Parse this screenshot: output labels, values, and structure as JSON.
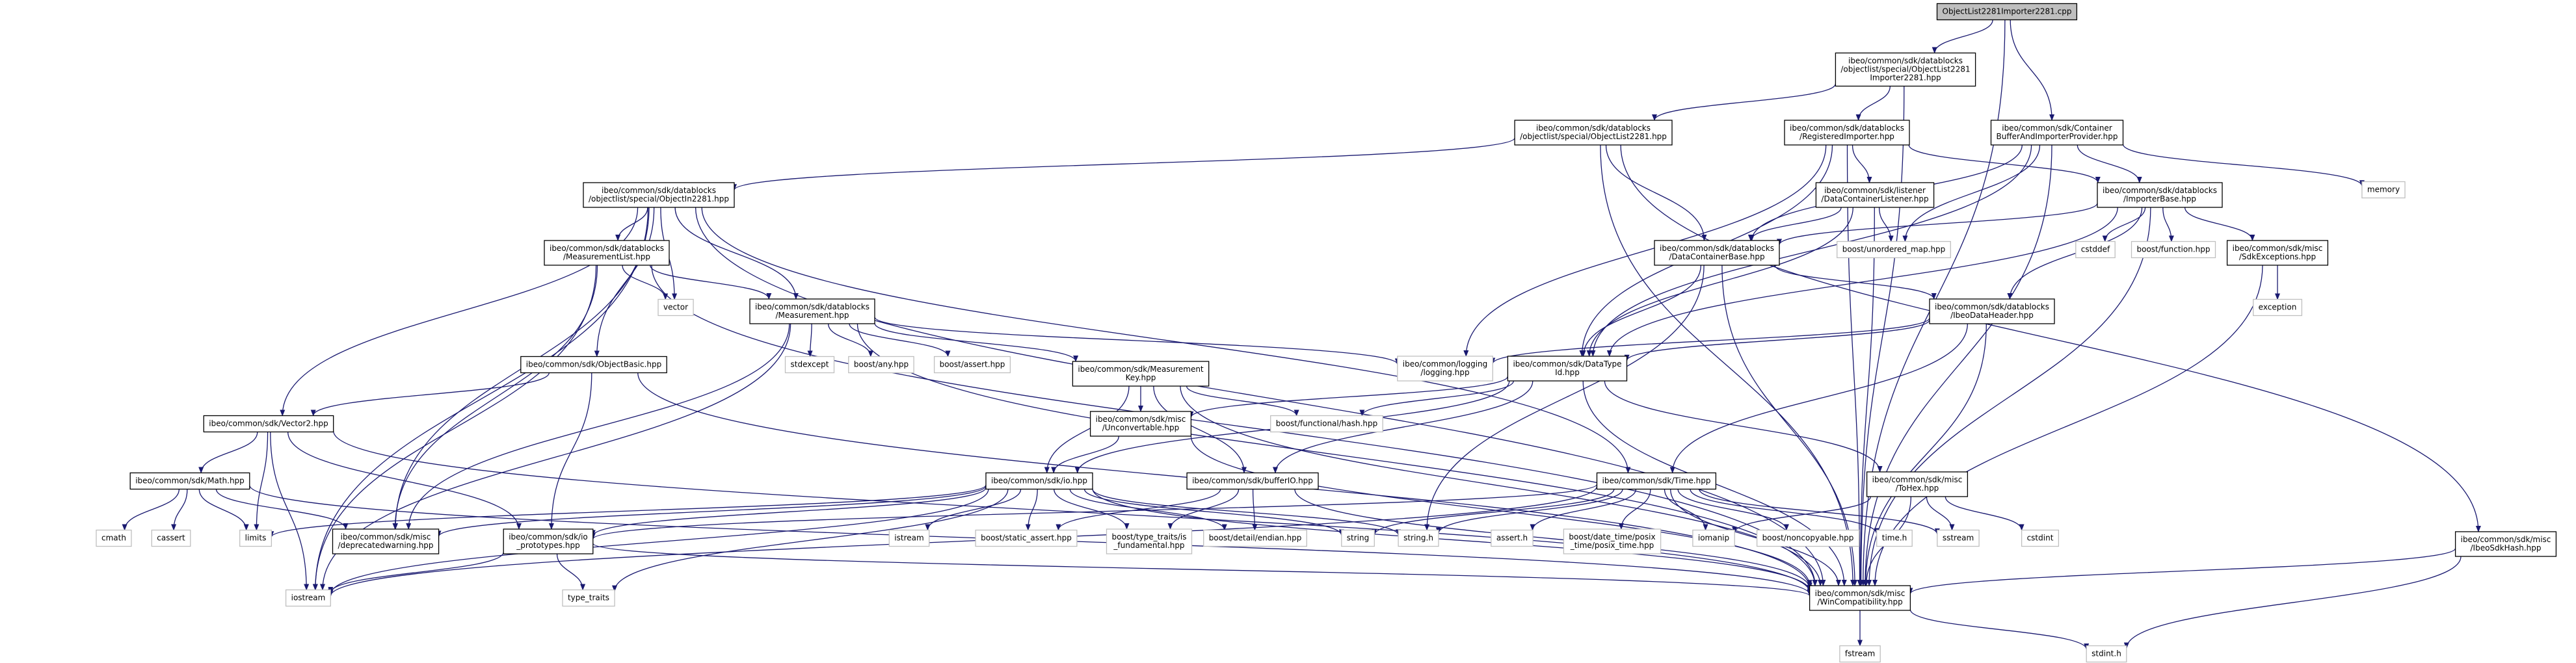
{
  "colors": {
    "edge": "#191970",
    "box_border": "#000000",
    "system_border": "#bfbfbf",
    "root_fill": "#bfbfbf",
    "node_fill": "#ffffff",
    "text": "#000000"
  },
  "nodes": [
    {
      "id": "root",
      "lines": [
        "ObjectList2281Importer2281.cpp"
      ],
      "kind": "root"
    },
    {
      "id": "importer2281",
      "lines": [
        "ibeo/common/sdk/datablocks",
        "/objectlist/special/ObjectList2281",
        "Importer2281.hpp"
      ],
      "kind": "project"
    },
    {
      "id": "objectlist2281",
      "lines": [
        "ibeo/common/sdk/datablocks",
        "/objectlist/special/ObjectList2281.hpp"
      ],
      "kind": "project"
    },
    {
      "id": "registeredimporter",
      "lines": [
        "ibeo/common/sdk/datablocks",
        "/RegisteredImporter.hpp"
      ],
      "kind": "project"
    },
    {
      "id": "containerbuffer",
      "lines": [
        "ibeo/common/sdk/Container",
        "BufferAndImporterProvider.hpp"
      ],
      "kind": "project"
    },
    {
      "id": "memory",
      "lines": [
        "memory"
      ],
      "kind": "system"
    },
    {
      "id": "objectin2281",
      "lines": [
        "ibeo/common/sdk/datablocks",
        "/objectlist/special/ObjectIn2281.hpp"
      ],
      "kind": "project"
    },
    {
      "id": "datacontainerlistener",
      "lines": [
        "ibeo/common/sdk/listener",
        "/DataContainerListener.hpp"
      ],
      "kind": "project"
    },
    {
      "id": "importerbase",
      "lines": [
        "ibeo/common/sdk/datablocks",
        "/ImporterBase.hpp"
      ],
      "kind": "project"
    },
    {
      "id": "measurementlist",
      "lines": [
        "ibeo/common/sdk/datablocks",
        "/MeasurementList.hpp"
      ],
      "kind": "project"
    },
    {
      "id": "vector",
      "lines": [
        "vector"
      ],
      "kind": "system"
    },
    {
      "id": "datacontainerbase",
      "lines": [
        "ibeo/common/sdk/datablocks",
        "/DataContainerBase.hpp"
      ],
      "kind": "project"
    },
    {
      "id": "unordered_map",
      "lines": [
        "boost/unordered_map.hpp"
      ],
      "kind": "system"
    },
    {
      "id": "cstddef",
      "lines": [
        "cstddef"
      ],
      "kind": "system"
    },
    {
      "id": "boostfunction",
      "lines": [
        "boost/function.hpp"
      ],
      "kind": "system"
    },
    {
      "id": "sdkexceptions",
      "lines": [
        "ibeo/common/sdk/misc",
        "/SdkExceptions.hpp"
      ],
      "kind": "project"
    },
    {
      "id": "exception",
      "lines": [
        "exception"
      ],
      "kind": "system"
    },
    {
      "id": "measurement",
      "lines": [
        "ibeo/common/sdk/datablocks",
        "/Measurement.hpp"
      ],
      "kind": "project"
    },
    {
      "id": "ibeodataheader",
      "lines": [
        "ibeo/common/sdk/datablocks",
        "/IbeoDataHeader.hpp"
      ],
      "kind": "project"
    },
    {
      "id": "objectbasic",
      "lines": [
        "ibeo/common/sdk/ObjectBasic.hpp"
      ],
      "kind": "project"
    },
    {
      "id": "stdexcept",
      "lines": [
        "stdexcept"
      ],
      "kind": "system"
    },
    {
      "id": "boostany",
      "lines": [
        "boost/any.hpp"
      ],
      "kind": "system"
    },
    {
      "id": "boostassert",
      "lines": [
        "boost/assert.hpp"
      ],
      "kind": "system"
    },
    {
      "id": "logging",
      "lines": [
        "ibeo/common/logging",
        "/logging.hpp"
      ],
      "kind": "system"
    },
    {
      "id": "datatypeid",
      "lines": [
        "ibeo/common/sdk/DataType",
        "Id.hpp"
      ],
      "kind": "project"
    },
    {
      "id": "measurementkey",
      "lines": [
        "ibeo/common/sdk/Measurement",
        "Key.hpp"
      ],
      "kind": "project"
    },
    {
      "id": "vector2",
      "lines": [
        "ibeo/common/sdk/Vector2.hpp"
      ],
      "kind": "project"
    },
    {
      "id": "unconvertable",
      "lines": [
        "ibeo/common/sdk/misc",
        "/Unconvertable.hpp"
      ],
      "kind": "project"
    },
    {
      "id": "functionalhash",
      "lines": [
        "boost/functional/hash.hpp"
      ],
      "kind": "system"
    },
    {
      "id": "mathhpp",
      "lines": [
        "ibeo/common/sdk/Math.hpp"
      ],
      "kind": "project"
    },
    {
      "id": "iohpp",
      "lines": [
        "ibeo/common/sdk/io.hpp"
      ],
      "kind": "project"
    },
    {
      "id": "bufferio",
      "lines": [
        "ibeo/common/sdk/bufferIO.hpp"
      ],
      "kind": "project"
    },
    {
      "id": "timehpp",
      "lines": [
        "ibeo/common/sdk/Time.hpp"
      ],
      "kind": "project"
    },
    {
      "id": "tohex",
      "lines": [
        "ibeo/common/sdk/misc",
        "/ToHex.hpp"
      ],
      "kind": "project"
    },
    {
      "id": "cmath",
      "lines": [
        "cmath"
      ],
      "kind": "system"
    },
    {
      "id": "cassert",
      "lines": [
        "cassert"
      ],
      "kind": "system"
    },
    {
      "id": "limits",
      "lines": [
        "limits"
      ],
      "kind": "system"
    },
    {
      "id": "deprecatedwarning",
      "lines": [
        "ibeo/common/sdk/misc",
        "/deprecatedwarning.hpp"
      ],
      "kind": "project"
    },
    {
      "id": "ioprototypes",
      "lines": [
        "ibeo/common/sdk/io",
        "_prototypes.hpp"
      ],
      "kind": "project"
    },
    {
      "id": "istream",
      "lines": [
        "istream"
      ],
      "kind": "system"
    },
    {
      "id": "staticassert",
      "lines": [
        "boost/static_assert.hpp"
      ],
      "kind": "system"
    },
    {
      "id": "typetraitsfund",
      "lines": [
        "boost/type_traits/is",
        "_fundamental.hpp"
      ],
      "kind": "system"
    },
    {
      "id": "endian",
      "lines": [
        "boost/detail/endian.hpp"
      ],
      "kind": "system"
    },
    {
      "id": "string",
      "lines": [
        "string"
      ],
      "kind": "system"
    },
    {
      "id": "stringh",
      "lines": [
        "string.h"
      ],
      "kind": "system"
    },
    {
      "id": "asserth",
      "lines": [
        "assert.h"
      ],
      "kind": "system"
    },
    {
      "id": "posixtime",
      "lines": [
        "boost/date_time/posix",
        "_time/posix_time.hpp"
      ],
      "kind": "system"
    },
    {
      "id": "iomanip",
      "lines": [
        "iomanip"
      ],
      "kind": "system"
    },
    {
      "id": "noncopyable",
      "lines": [
        "boost/noncopyable.hpp"
      ],
      "kind": "system"
    },
    {
      "id": "timeh",
      "lines": [
        "time.h"
      ],
      "kind": "system"
    },
    {
      "id": "sstream",
      "lines": [
        "sstream"
      ],
      "kind": "system"
    },
    {
      "id": "cstdint",
      "lines": [
        "cstdint"
      ],
      "kind": "system"
    },
    {
      "id": "ibeosdkhash",
      "lines": [
        "ibeo/common/sdk/misc",
        "/IbeoSdkHash.hpp"
      ],
      "kind": "project"
    },
    {
      "id": "iostream",
      "lines": [
        "iostream"
      ],
      "kind": "system"
    },
    {
      "id": "typetraits",
      "lines": [
        "type_traits"
      ],
      "kind": "system"
    },
    {
      "id": "wincompat",
      "lines": [
        "ibeo/common/sdk/misc",
        "/WinCompatibility.hpp"
      ],
      "kind": "project"
    },
    {
      "id": "fstream",
      "lines": [
        "fstream"
      ],
      "kind": "system"
    },
    {
      "id": "stdinth",
      "lines": [
        "stdint.h"
      ],
      "kind": "system"
    }
  ],
  "edges": [
    [
      "root",
      "importer2281"
    ],
    [
      "root",
      "containerbuffer"
    ],
    [
      "root",
      "wincompat"
    ],
    [
      "importer2281",
      "objectlist2281"
    ],
    [
      "importer2281",
      "registeredimporter"
    ],
    [
      "importer2281",
      "wincompat"
    ],
    [
      "objectlist2281",
      "objectin2281"
    ],
    [
      "objectlist2281",
      "datacontainerbase"
    ],
    [
      "objectlist2281",
      "ibeosdkhash"
    ],
    [
      "objectlist2281",
      "wincompat"
    ],
    [
      "registeredimporter",
      "datacontainerlistener"
    ],
    [
      "registeredimporter",
      "importerbase"
    ],
    [
      "registeredimporter",
      "datatypeid"
    ],
    [
      "registeredimporter",
      "logging"
    ],
    [
      "registeredimporter",
      "wincompat"
    ],
    [
      "containerbuffer",
      "importerbase"
    ],
    [
      "containerbuffer",
      "datacontainerbase"
    ],
    [
      "containerbuffer",
      "unordered_map"
    ],
    [
      "containerbuffer",
      "memory"
    ],
    [
      "containerbuffer",
      "datatypeid"
    ],
    [
      "containerbuffer",
      "wincompat"
    ],
    [
      "objectin2281",
      "measurementlist"
    ],
    [
      "objectin2281",
      "vector"
    ],
    [
      "objectin2281",
      "measurement"
    ],
    [
      "objectin2281",
      "objectbasic"
    ],
    [
      "objectin2281",
      "vector2"
    ],
    [
      "objectin2281",
      "timehpp"
    ],
    [
      "objectin2281",
      "iostream"
    ],
    [
      "objectin2281",
      "deprecatedwarning"
    ],
    [
      "objectin2281",
      "wincompat"
    ],
    [
      "datacontainerlistener",
      "datacontainerbase"
    ],
    [
      "datacontainerlistener",
      "unordered_map"
    ],
    [
      "datacontainerlistener",
      "datatypeid"
    ],
    [
      "datacontainerlistener",
      "wincompat"
    ],
    [
      "importerbase",
      "datacontainerbase"
    ],
    [
      "importerbase",
      "cstddef"
    ],
    [
      "importerbase",
      "boostfunction"
    ],
    [
      "importerbase",
      "sdkexceptions"
    ],
    [
      "importerbase",
      "ibeodataheader"
    ],
    [
      "importerbase",
      "datatypeid"
    ],
    [
      "importerbase",
      "wincompat"
    ],
    [
      "measurementlist",
      "measurement"
    ],
    [
      "measurementlist",
      "vector"
    ],
    [
      "measurementlist",
      "iostream"
    ],
    [
      "measurementlist",
      "deprecatedwarning"
    ],
    [
      "measurementlist",
      "wincompat"
    ],
    [
      "datacontainerbase",
      "ibeodataheader"
    ],
    [
      "datacontainerbase",
      "datatypeid"
    ],
    [
      "datacontainerbase",
      "stringh"
    ],
    [
      "datacontainerbase",
      "wincompat"
    ],
    [
      "sdkexceptions",
      "exception"
    ],
    [
      "sdkexceptions",
      "wincompat"
    ],
    [
      "measurement",
      "stdexcept"
    ],
    [
      "measurement",
      "boostany"
    ],
    [
      "measurement",
      "boostassert"
    ],
    [
      "measurement",
      "measurementkey"
    ],
    [
      "measurement",
      "logging"
    ],
    [
      "measurement",
      "iostream"
    ],
    [
      "measurement",
      "deprecatedwarning"
    ],
    [
      "measurement",
      "wincompat"
    ],
    [
      "ibeodataheader",
      "datatypeid"
    ],
    [
      "ibeodataheader",
      "logging"
    ],
    [
      "ibeodataheader",
      "timehpp"
    ],
    [
      "ibeodataheader",
      "wincompat"
    ],
    [
      "objectbasic",
      "vector2"
    ],
    [
      "objectbasic",
      "ioprototypes"
    ],
    [
      "objectbasic",
      "wincompat"
    ],
    [
      "datatypeid",
      "unconvertable"
    ],
    [
      "datatypeid",
      "functionalhash"
    ],
    [
      "datatypeid",
      "iohpp"
    ],
    [
      "datatypeid",
      "bufferio"
    ],
    [
      "datatypeid",
      "tohex"
    ],
    [
      "datatypeid",
      "wincompat"
    ],
    [
      "measurementkey",
      "unconvertable"
    ],
    [
      "measurementkey",
      "functionalhash"
    ],
    [
      "measurementkey",
      "iohpp"
    ],
    [
      "measurementkey",
      "bufferio"
    ],
    [
      "measurementkey",
      "wincompat"
    ],
    [
      "vector2",
      "mathhpp"
    ],
    [
      "vector2",
      "limits"
    ],
    [
      "vector2",
      "ioprototypes"
    ],
    [
      "vector2",
      "iostream"
    ],
    [
      "vector2",
      "wincompat"
    ],
    [
      "unconvertable",
      "iohpp"
    ],
    [
      "unconvertable",
      "wincompat"
    ],
    [
      "mathhpp",
      "cmath"
    ],
    [
      "mathhpp",
      "cassert"
    ],
    [
      "mathhpp",
      "limits"
    ],
    [
      "mathhpp",
      "deprecatedwarning"
    ],
    [
      "mathhpp",
      "wincompat"
    ],
    [
      "iohpp",
      "limits"
    ],
    [
      "iohpp",
      "deprecatedwarning"
    ],
    [
      "iohpp",
      "ioprototypes"
    ],
    [
      "iohpp",
      "istream"
    ],
    [
      "iohpp",
      "staticassert"
    ],
    [
      "iohpp",
      "typetraitsfund"
    ],
    [
      "iohpp",
      "endian"
    ],
    [
      "iohpp",
      "string"
    ],
    [
      "iohpp",
      "stringh"
    ],
    [
      "iohpp",
      "iostream"
    ],
    [
      "iohpp",
      "typetraits"
    ],
    [
      "iohpp",
      "wincompat"
    ],
    [
      "bufferio",
      "staticassert"
    ],
    [
      "bufferio",
      "typetraitsfund"
    ],
    [
      "bufferio",
      "endian"
    ],
    [
      "bufferio",
      "wincompat"
    ],
    [
      "timehpp",
      "ioprototypes"
    ],
    [
      "timehpp",
      "string"
    ],
    [
      "timehpp",
      "stringh"
    ],
    [
      "timehpp",
      "asserth"
    ],
    [
      "timehpp",
      "posixtime"
    ],
    [
      "timehpp",
      "iomanip"
    ],
    [
      "timehpp",
      "noncopyable"
    ],
    [
      "timehpp",
      "timeh"
    ],
    [
      "timehpp",
      "sstream"
    ],
    [
      "timehpp",
      "iostream"
    ],
    [
      "timehpp",
      "wincompat"
    ],
    [
      "tohex",
      "iomanip"
    ],
    [
      "tohex",
      "sstream"
    ],
    [
      "tohex",
      "cstdint"
    ],
    [
      "tohex",
      "wincompat"
    ],
    [
      "ioprototypes",
      "iostream"
    ],
    [
      "ioprototypes",
      "typetraits"
    ],
    [
      "ioprototypes",
      "wincompat"
    ],
    [
      "ibeosdkhash",
      "wincompat"
    ],
    [
      "ibeosdkhash",
      "stdinth"
    ],
    [
      "wincompat",
      "fstream"
    ],
    [
      "wincompat",
      "stdinth"
    ]
  ]
}
